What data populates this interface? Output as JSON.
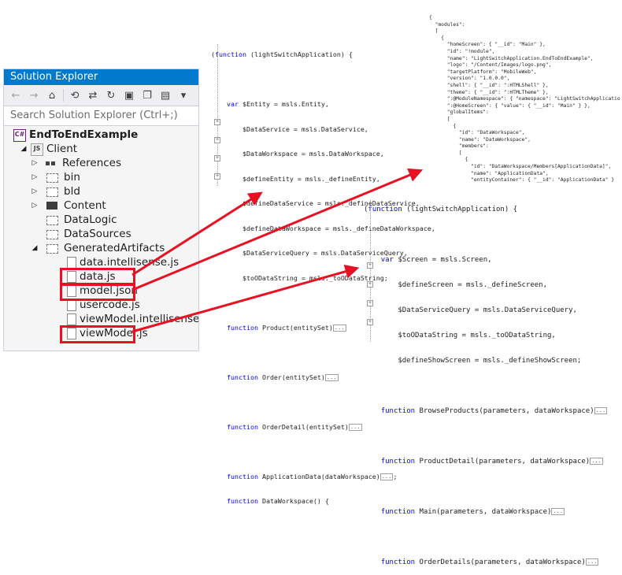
{
  "solution_explorer": {
    "title": "Solution Explorer",
    "search_placeholder": "Search Solution Explorer (Ctrl+;)",
    "toolbar": {
      "back_glyph": "←",
      "forward_glyph": "→",
      "home_glyph": "⌂",
      "history_glyph": "⟲",
      "sync_glyph": "⇄",
      "refresh_glyph": "↻",
      "collapse_glyph": "▣",
      "copy_glyph": "❐",
      "properties_glyph": "▤",
      "more_glyph": "▾"
    },
    "tree": [
      {
        "label": "EndToEndExample",
        "icon": "solution-icon",
        "bold": true
      },
      {
        "label": "Client",
        "icon": "js-project-icon",
        "expanded": true
      },
      {
        "label": "References",
        "icon": "references-icon"
      },
      {
        "label": "bin",
        "icon": "folder-icon"
      },
      {
        "label": "bld",
        "icon": "folder-icon"
      },
      {
        "label": "Content",
        "icon": "folder-solid-icon"
      },
      {
        "label": "DataLogic",
        "icon": "folder-icon"
      },
      {
        "label": "DataSources",
        "icon": "folder-icon"
      },
      {
        "label": "GeneratedArtifacts",
        "icon": "folder-icon",
        "expanded": true
      },
      {
        "label": "data.intellisense.js",
        "icon": "file-icon"
      },
      {
        "label": "data.js",
        "icon": "file-icon",
        "highlighted": true
      },
      {
        "label": "model.json",
        "icon": "file-icon",
        "highlighted": true
      },
      {
        "label": "usercode.js",
        "icon": "file-icon"
      },
      {
        "label": "viewModel.intellisense.js",
        "icon": "file-icon"
      },
      {
        "label": "viewModel.js",
        "icon": "file-icon",
        "highlighted": true
      }
    ]
  },
  "code_data_js": {
    "l1": "(function (lightSwitchApplication) {",
    "l2": "    var $Entity = msls.Entity,",
    "l3": "        $DataService = msls.DataService,",
    "l4": "        $DataWorkspace = msls.DataWorkspace,",
    "l5": "        $defineEntity = msls._defineEntity,",
    "l6": "        $defineDataService = msls._defineDataService,",
    "l7": "        $defineDataWorkspace = msls._defineDataWorkspace,",
    "l8": "        $DataServiceQuery = msls.DataServiceQuery,",
    "l9": "        $toODataString = msls._toODataString;",
    "l10": "    function Product(entitySet)",
    "l11": "    function Order(entitySet)",
    "l12": "    function OrderDetail(entitySet)",
    "l13": "    function ApplicationData(dataWorkspace)",
    "l14": "    function DataWorkspace() {",
    "ellipsis": "...",
    "semicolon": ";"
  },
  "code_model_json": {
    "lines": [
      "{",
      "  \"modules\":",
      "  [",
      "    {",
      "      \"homeScreen\": { \"__id\": \"Main\" },",
      "      \"id\": \"!module\",",
      "      \"name\": \"LightSwitchApplication.EndToEndExample\",",
      "      \"logo\": \"/Content/Images/logo.png\",",
      "      \"targetPlatform\": \"MobileWeb\",",
      "      \"version\": \"1.0.0.0\",",
      "      \"shell\": { \"__id\": \":HTMLShell\" },",
      "      \"theme\": { \"__id\": \":HTMLTheme\" },",
      "      \":@ModuleNamespace\": { \"namespace\": \"LightSwitchApplicatio",
      "      \":@HomeScreen\": { \"value\": { \"__id\": \"Main\" } },",
      "      \"globalItems\":",
      "      [",
      "        {",
      "          \"id\": \"DataWorkspace\",",
      "          \"name\": \"DataWorkspace\",",
      "          \"members\":",
      "          [",
      "            {",
      "              \"id\": \"DataWorkspace/Members[ApplicationData]\",",
      "              \"name\": \"ApplicationData\",",
      "              \"entityContainer\": { \"__id\": \"ApplicationData\" }"
    ]
  },
  "code_viewmodel_js": {
    "l1": "(function (lightSwitchApplication) {",
    "l2": "    var $Screen = msls.Screen,",
    "l3": "        $defineScreen = msls._defineScreen,",
    "l4": "        $DataServiceQuery = msls.DataServiceQuery,",
    "l5": "        $toODataString = msls._toODataString,",
    "l6": "        $defineShowScreen = msls._defineShowScreen;",
    "l7": "    function BrowseProducts(parameters, dataWorkspace)",
    "l8": "    function ProductDetail(parameters, dataWorkspace)",
    "l9": "    function Main(parameters, dataWorkspace)",
    "l10": "    function OrderDetails(parameters, dataWorkspace)",
    "ellipsis": "..."
  },
  "colors": {
    "accent": "#007acc",
    "highlight": "#e81123",
    "keyword": "#0000ff"
  }
}
